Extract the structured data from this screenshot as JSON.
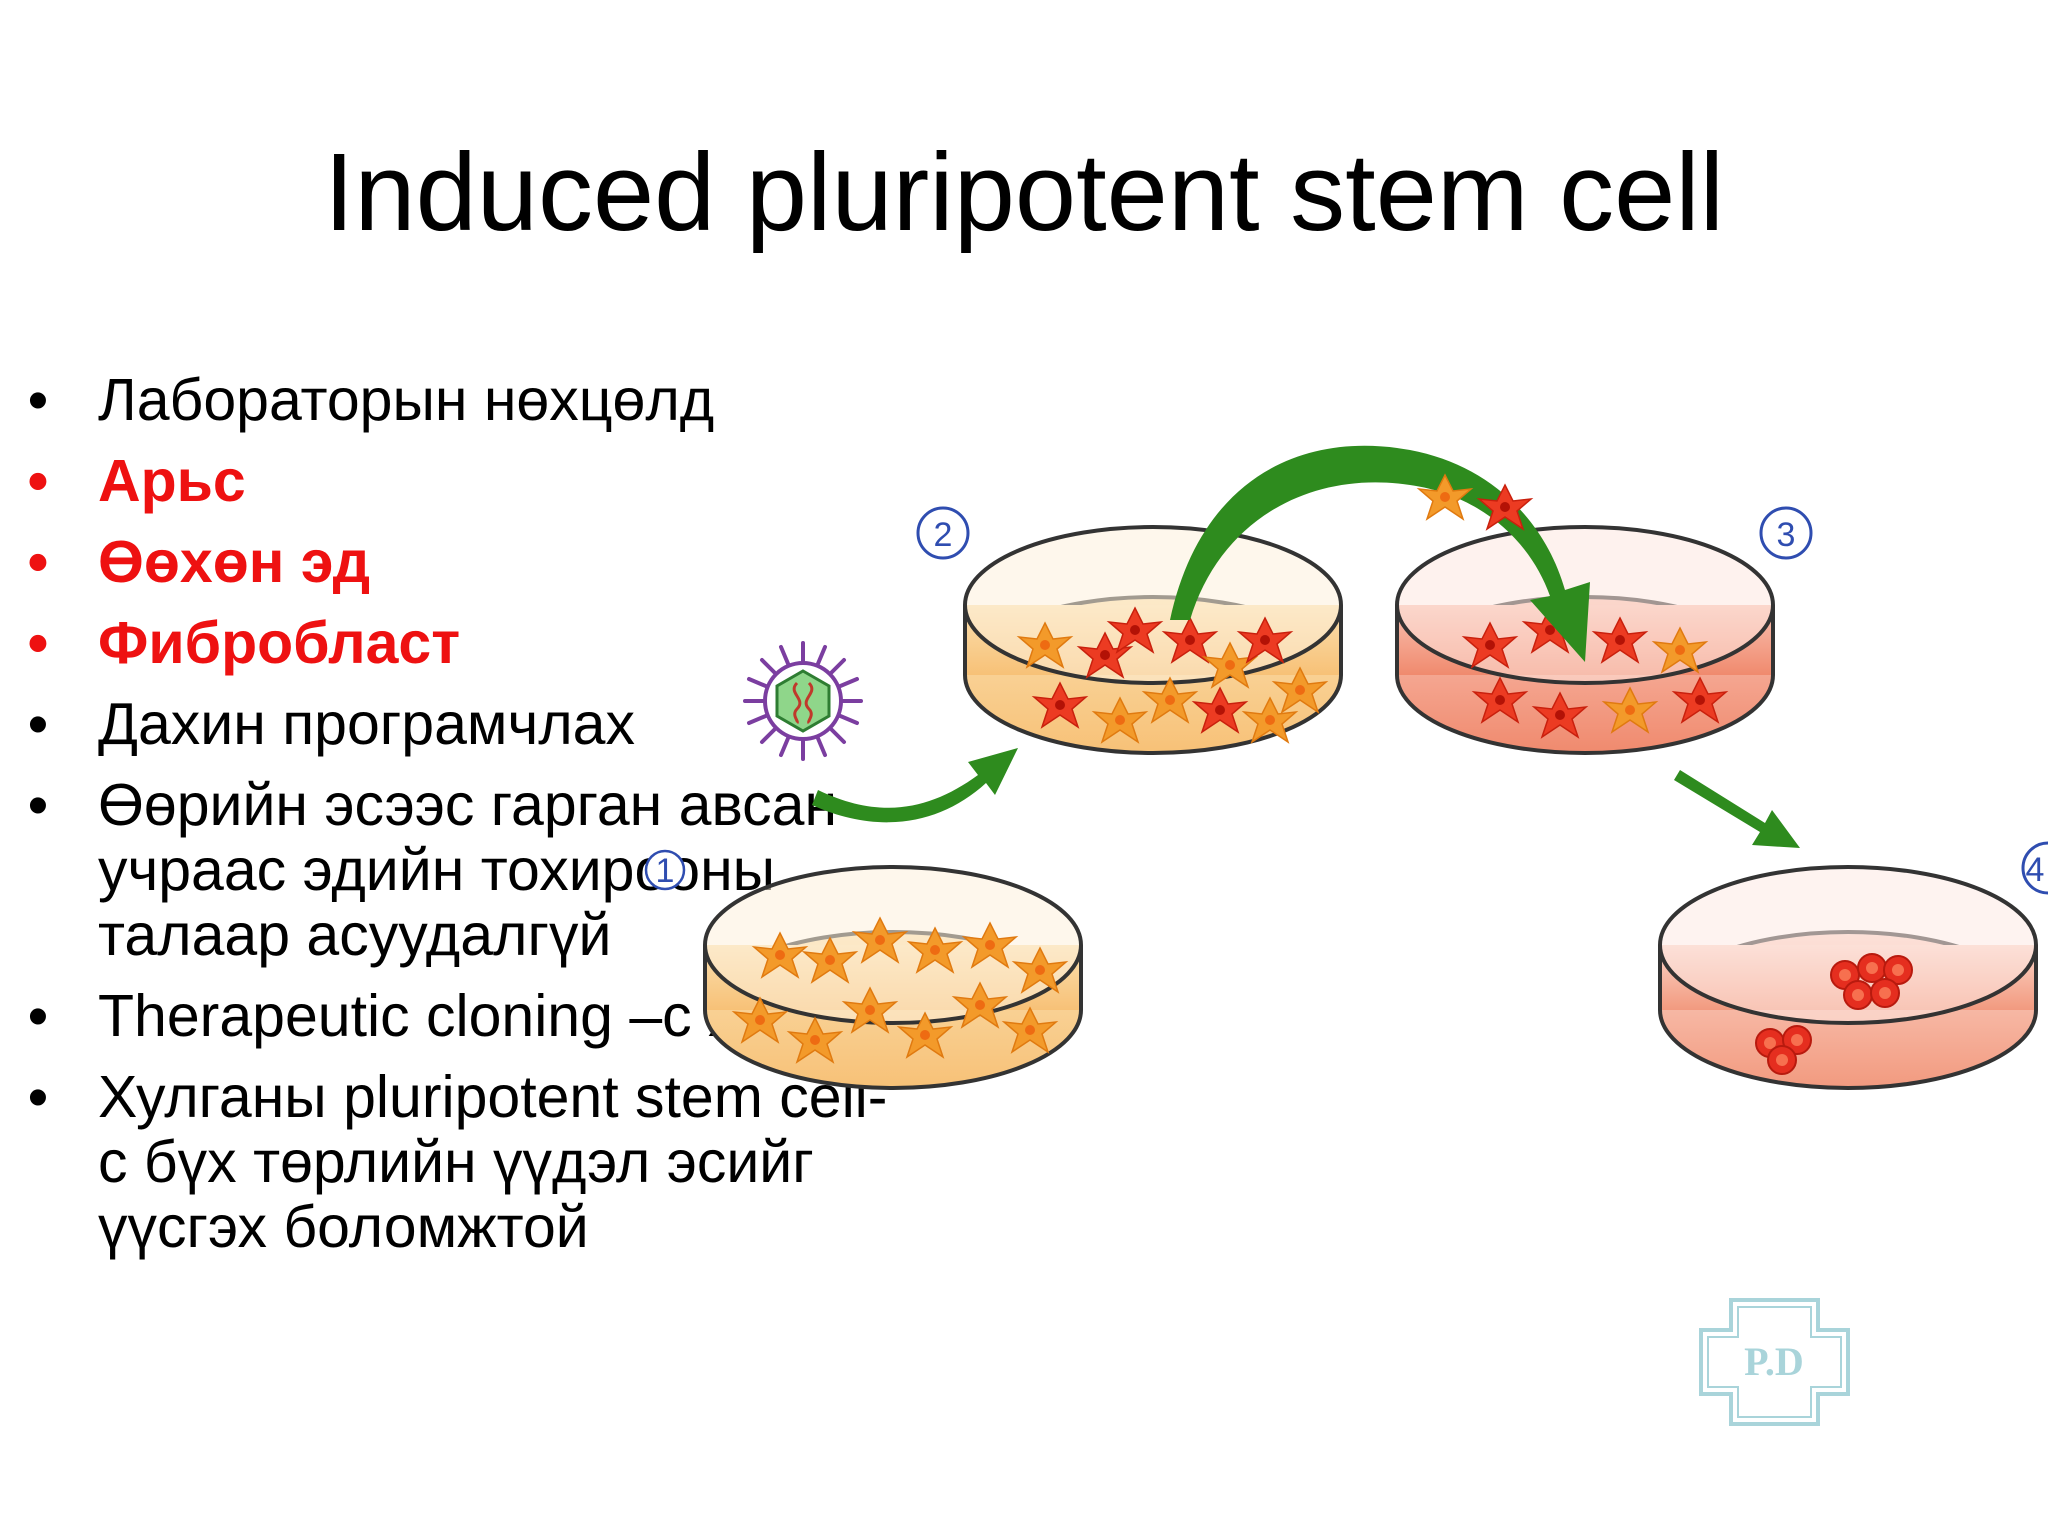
{
  "title": "Induced pluripotent stem cell",
  "bullets": [
    {
      "text": "Лабораторын нөхцөлд",
      "emphasis": false
    },
    {
      "text": "Арьс",
      "emphasis": true
    },
    {
      "text": "Өөхөн эд",
      "emphasis": true
    },
    {
      "text": "Фибробласт",
      "emphasis": true
    },
    {
      "text": "Дахин програмчлах",
      "emphasis": false
    },
    {
      "text": "Өөрийн эсээс гарган авсан учраас эдийн тохирооны талаар асуудалгүй",
      "emphasis": false
    },
    {
      "text": "Therapeutic cloning –с хямд",
      "emphasis": false
    },
    {
      "text": "Хулганы pluripotent stem cell-с бүх төрлийн үүдэл эсийг үүсгэх боломжтой",
      "emphasis": false
    }
  ],
  "bullet_symbol": "•",
  "diagram": {
    "step_numbers": [
      "1",
      "2",
      "3",
      "4"
    ],
    "icons": [
      "virus-icon",
      "arrow-icon",
      "petri-dish-icon",
      "cell-icon"
    ]
  },
  "watermark": "P.D",
  "colors": {
    "emphasis": "#ee1111",
    "arrow": "#2e8b1e",
    "number": "#2f4db0"
  }
}
